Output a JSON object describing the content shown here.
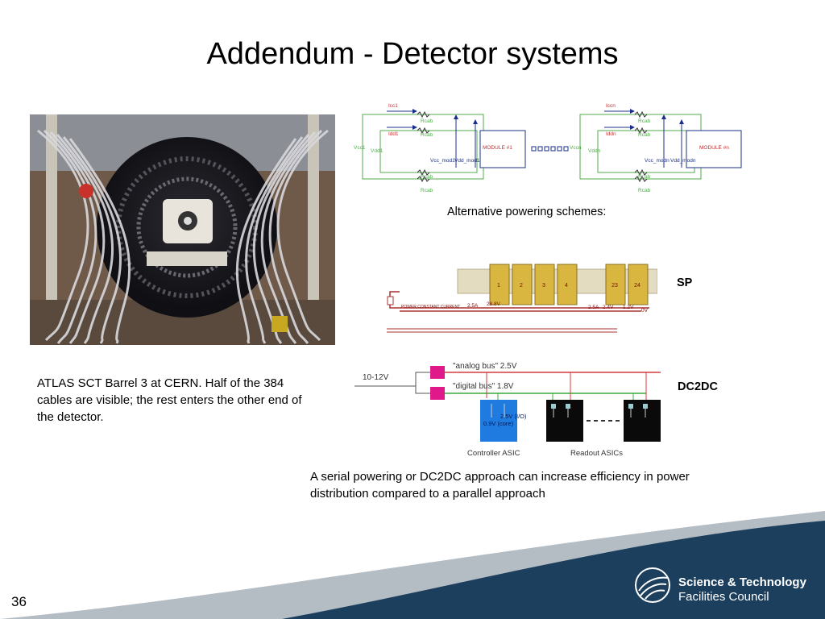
{
  "title": "Addendum - Detector systems",
  "photo_caption": "ATLAS SCT Barrel 3 at CERN. Half of the 384 cables are visible; the rest enters the other end of the detector.",
  "schematic": {
    "module1": {
      "icc": "Icc1",
      "idd": "Idd1",
      "vcc": "Vcc1",
      "vdd": "Vdd1",
      "rcab": "Rcab",
      "vcc_mod": "Vcc_mod1",
      "vdd_mod": "Vdd_mod1",
      "module": "MODULE #1"
    },
    "modulen": {
      "icc": "Iccn",
      "idd": "Iddn",
      "vcc": "Vccn",
      "vdd": "Vddn",
      "rcab": "Rcab",
      "vcc_mod": "Vcc_modn",
      "vdd_mod": "Vdd_modn",
      "module": "MODULE #n"
    }
  },
  "alternative_label": "Alternative powering schemes:",
  "sp": {
    "label": "SP",
    "source_text": "POWER CONSTANT CURRENT",
    "current_left": "2.5A",
    "voltage_left": "28.8V",
    "current_right": "2.5A",
    "voltage_mid": "2.4V",
    "voltage_right": "1.2V",
    "voltage_end": "0V",
    "module_numbers": [
      "1",
      "2",
      "3",
      "4",
      "23",
      "24"
    ]
  },
  "dc2dc": {
    "label": "DC2DC",
    "input": "10-12V",
    "analog_bus": "\"analog bus\" 2.5V",
    "digital_bus": "\"digital bus\" 1.8V",
    "core": "0.9V (core)",
    "io": "2.5V (I/O)",
    "controller": "Controller ASIC",
    "readout": "Readout ASICs"
  },
  "conclusion": "A serial powering or DC2DC approach can increase efficiency in power distribution compared to a parallel approach",
  "page_number": "36",
  "logo": {
    "line1": "Science & Technology",
    "line2": "Facilities Council"
  },
  "colors": {
    "footer_navy": "#1c3f5e",
    "footer_grey": "#b4bcc4",
    "schematic_green": "#4fae4a",
    "schematic_blue": "#1a2f8a",
    "bus_red": "#d83a3a",
    "bus_green": "#3aaa3a",
    "magenta": "#e0198a",
    "asic_blue": "#1f7be0"
  }
}
